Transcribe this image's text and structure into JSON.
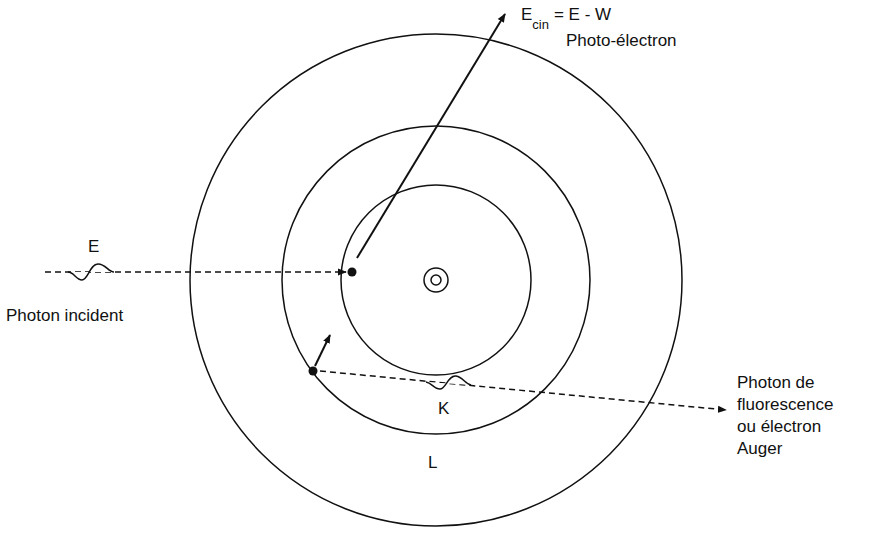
{
  "diagram": {
    "labels": [
      "E",
      "Photon incident",
      "E",
      "cin",
      "= E - W",
      "Photo-électron",
      "Photon de fluorescence ou électron Auger",
      "K",
      "L"
    ]
  }
}
